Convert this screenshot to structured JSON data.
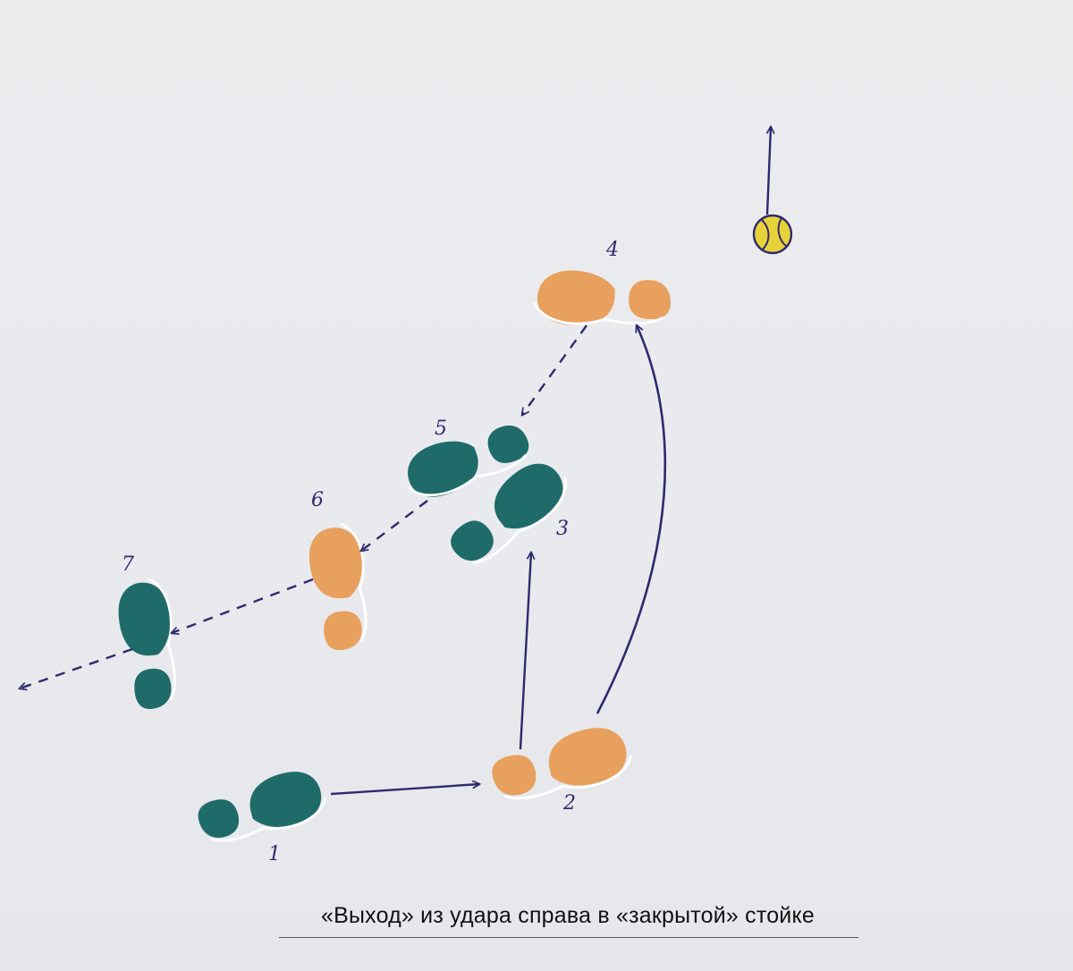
{
  "caption": "«Выход» из удара справа в «закрытой» стойке",
  "colors": {
    "teal_foot": "#1f6b6a",
    "orange_foot": "#e8a05e",
    "ink": "#2e2a6e",
    "ball": "#e8d23a",
    "paper": "#ebebef"
  },
  "steps": [
    {
      "label": "1",
      "color": "teal"
    },
    {
      "label": "2",
      "color": "orange"
    },
    {
      "label": "3",
      "color": "teal"
    },
    {
      "label": "4",
      "color": "orange"
    },
    {
      "label": "5",
      "color": "teal"
    },
    {
      "label": "6",
      "color": "orange"
    },
    {
      "label": "7",
      "color": "teal"
    }
  ]
}
